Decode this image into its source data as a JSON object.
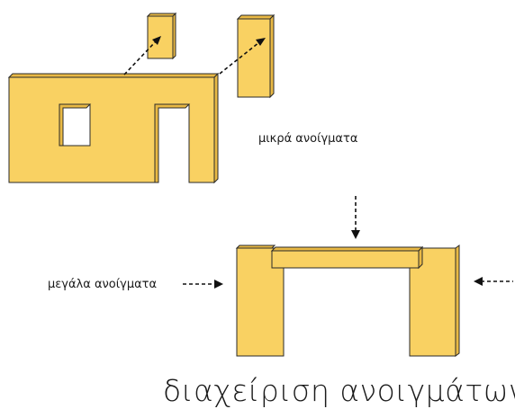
{
  "labels": {
    "small_openings": "μικρά ανοίγματα",
    "large_openings": "μεγάλα ανοίγματα",
    "title": "διαχείριση ανοιγμάτων"
  },
  "colors": {
    "wall_fill": "#F9D162",
    "wall_shade": "#E9B944",
    "outline": "#2a2a2a",
    "arrow": "#111111"
  }
}
